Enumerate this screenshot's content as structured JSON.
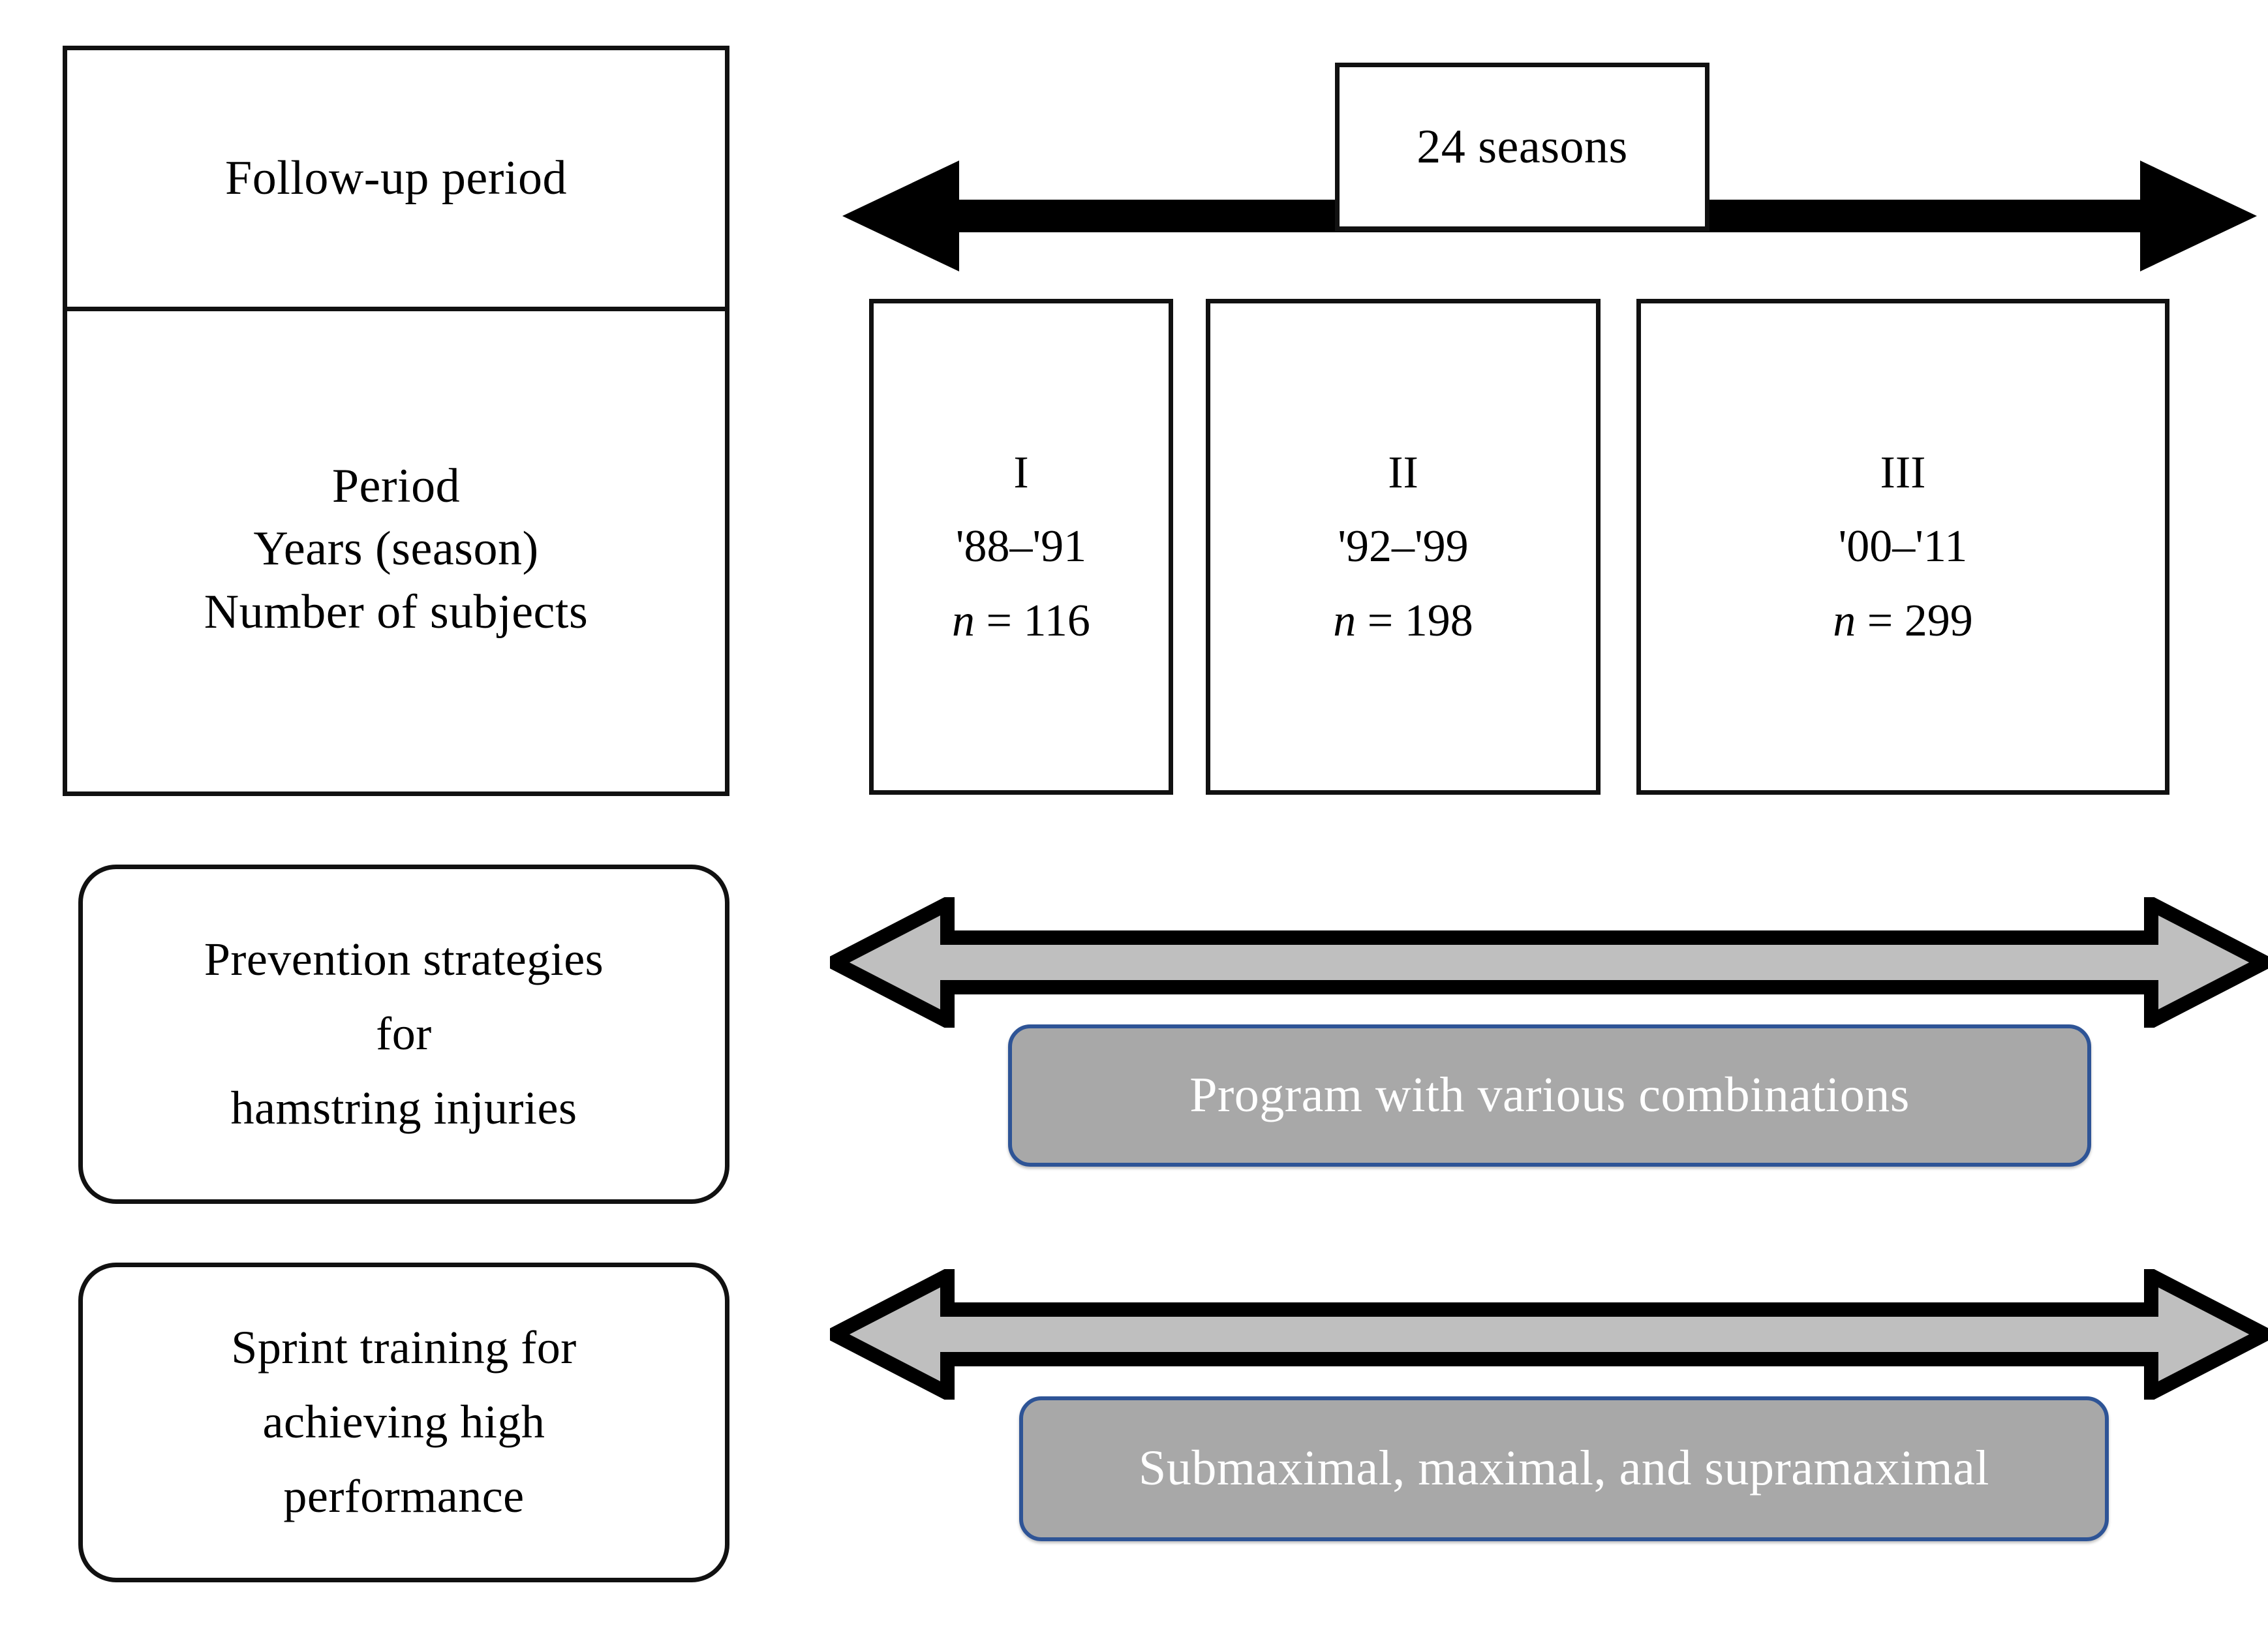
{
  "figure": {
    "type": "study-design-timeline-diagram",
    "rows": [
      {
        "id": "follow-up",
        "label_lines": [
          "Follow-up period"
        ]
      },
      {
        "id": "period",
        "label_lines": [
          "Period",
          "Years (season)",
          "Number of subjects"
        ]
      },
      {
        "id": "prevention",
        "label_lines": [
          "Prevention strategies",
          "for",
          "hamstring injuries"
        ]
      },
      {
        "id": "sprint",
        "label_lines": [
          "Sprint training for",
          "achieving high",
          "performance"
        ]
      }
    ]
  },
  "left_table": {
    "row_follow_up": {
      "label": "Follow-up period"
    },
    "row_period": {
      "line1": "Period",
      "line2": "Years (season)",
      "line3": "Number of subjects"
    }
  },
  "timeline": {
    "duration_label": "24 seasons",
    "arrow_name": "double-headed-timeline-arrow"
  },
  "periods": [
    {
      "roman": "I",
      "years": "'88–'91",
      "n_symbol": "n",
      "n_value": " = 116",
      "n_full": "n = 116"
    },
    {
      "roman": "II",
      "years": "'92–'99",
      "n_symbol": "n",
      "n_value": " = 198",
      "n_full": "n = 198"
    },
    {
      "roman": "III",
      "years": "'00–'11",
      "n_symbol": "n",
      "n_value": " = 299",
      "n_full": "n = 299"
    }
  ],
  "prevention": {
    "box_line1": "Prevention strategies",
    "box_line2": "for",
    "box_line3": "hamstring injuries",
    "bar_label": "Program with various combinations"
  },
  "sprint": {
    "box_line1": "Sprint training for",
    "box_line2": "achieving high",
    "box_line3": "performance",
    "bar_label": "Submaximal, maximal, and supramaximal"
  },
  "colors": {
    "outline": "#111111",
    "bar_fill": "#a8a8a8",
    "bar_border": "#2e5496",
    "bar_text": "#ffffff",
    "arrow_fill_gray": "#bfbfbf",
    "background": "#ffffff"
  }
}
